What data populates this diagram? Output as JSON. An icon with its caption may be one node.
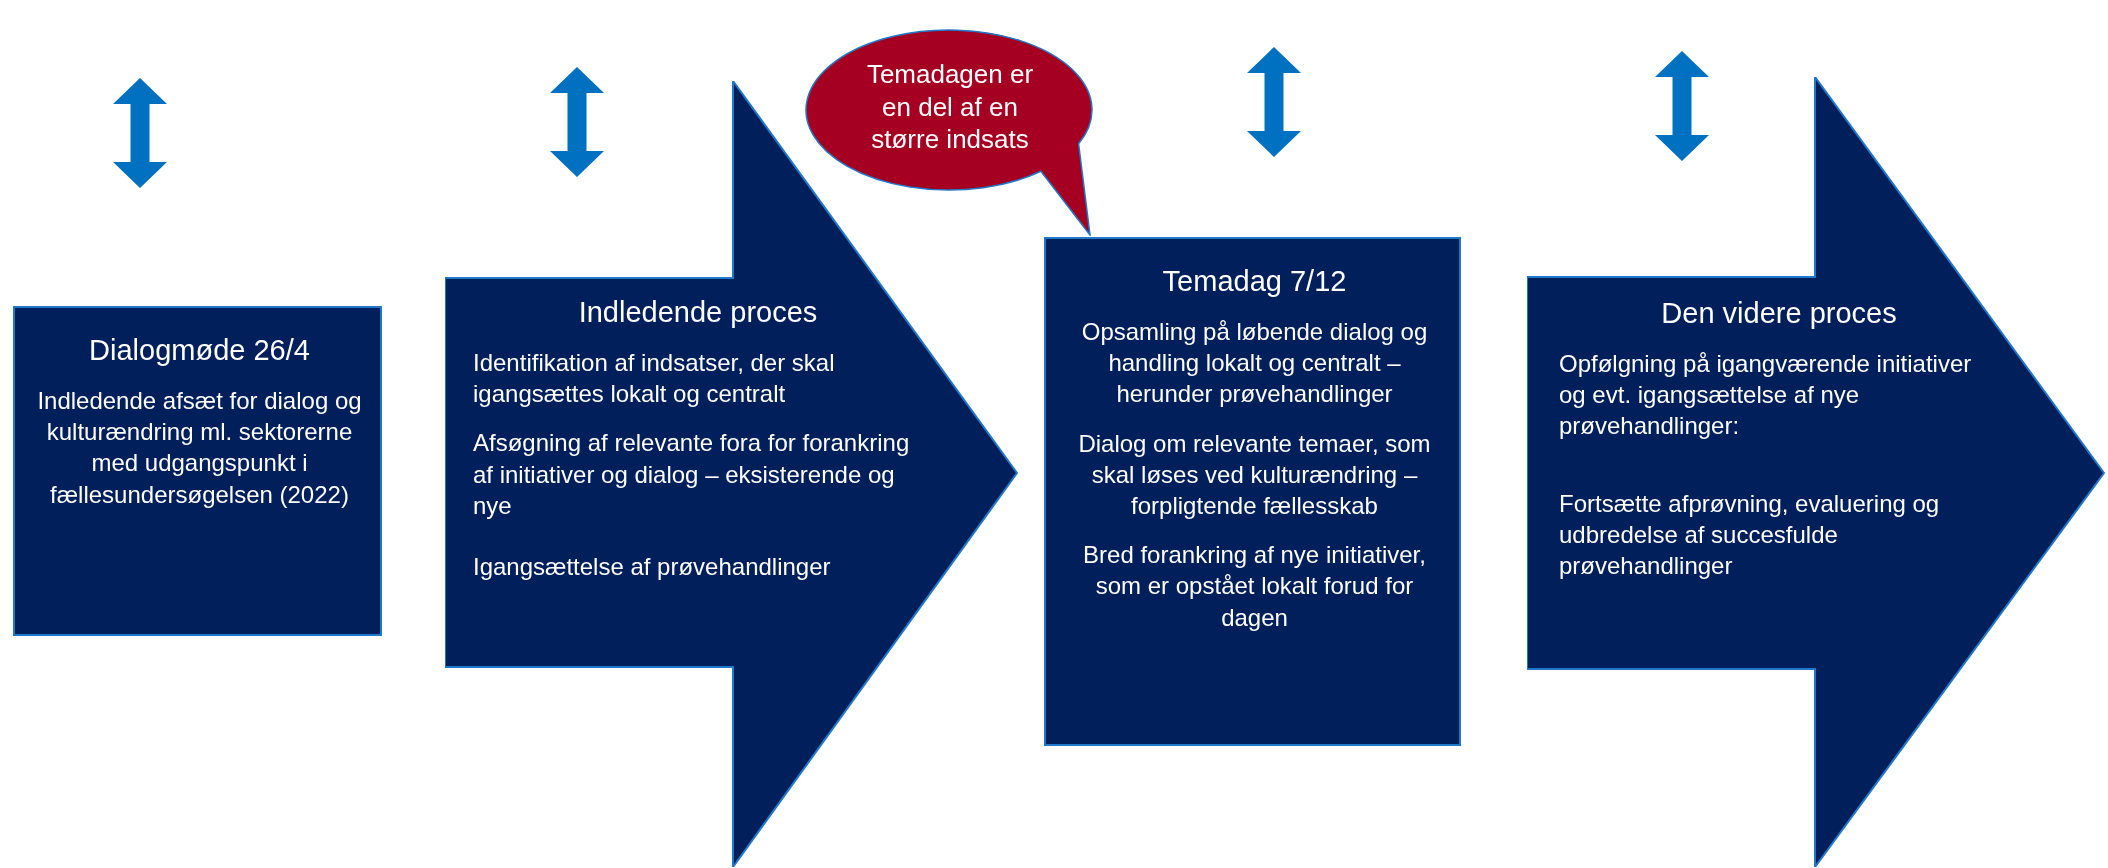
{
  "diagram": {
    "nodes": [
      {
        "text": [
          "Dialogmøde 26/4",
          "Indledende afsæt for dialog og kulturændring ml. sektorerne med udgangspunkt i fællesundersøgelsen (2022)"
        ]
      },
      {
        "text": [
          "Indledende proces",
          "Identifikation af indsatser, der skal igangsættes lokalt og centralt",
          "Afsøgning af relevante fora for forankring af initiativer og dialog – eksisterende og nye",
          "Igangsættelse af prøvehandlinger"
        ]
      },
      {
        "text": [
          "Temadagen er en del af en større indsats"
        ]
      },
      {
        "text": [
          "Temadag 7/12",
          "Opsamling på løbende dialog og handling lokalt og centralt – herunder prøvehandlinger",
          "Dialog om relevante temaer, som skal løses ved kulturændring – forpligtende fællesskab",
          "Bred forankring af nye initiativer, som er opstået lokalt forud for dagen"
        ]
      },
      {
        "text": [
          "Den videre proces",
          "Opfølgning på igangværende initiativer og evt. igangsættelse af nye prøvehandlinger:",
          "Fortsætte afprøvning, evaluering og udbredelse af succesfulde prøvehandlinger"
        ]
      }
    ]
  }
}
